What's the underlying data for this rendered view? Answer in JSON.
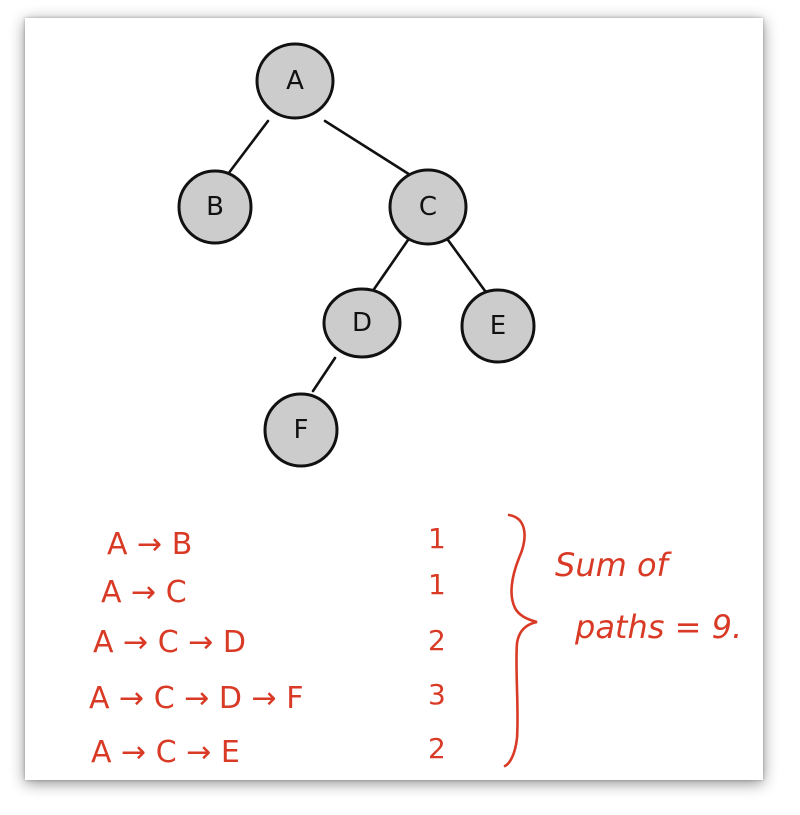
{
  "tree": {
    "nodes": [
      {
        "id": "A",
        "label": "A"
      },
      {
        "id": "B",
        "label": "B"
      },
      {
        "id": "C",
        "label": "C"
      },
      {
        "id": "D",
        "label": "D"
      },
      {
        "id": "E",
        "label": "E"
      },
      {
        "id": "F",
        "label": "F"
      }
    ],
    "edges": [
      [
        "A",
        "B"
      ],
      [
        "A",
        "C"
      ],
      [
        "C",
        "D"
      ],
      [
        "C",
        "E"
      ],
      [
        "D",
        "F"
      ]
    ]
  },
  "paths": [
    {
      "path": "A → B",
      "length": "1"
    },
    {
      "path": "A → C",
      "length": "1"
    },
    {
      "path": "A → C → D",
      "length": "2"
    },
    {
      "path": "A → C → D → F",
      "length": "3"
    },
    {
      "path": "A → C → E",
      "length": "2"
    }
  ],
  "summary": {
    "line1": "Sum of",
    "line2": "paths = 9."
  },
  "colors": {
    "node_fill": "#cccccc",
    "ink": "#111111",
    "annotation": "#d93a26"
  }
}
